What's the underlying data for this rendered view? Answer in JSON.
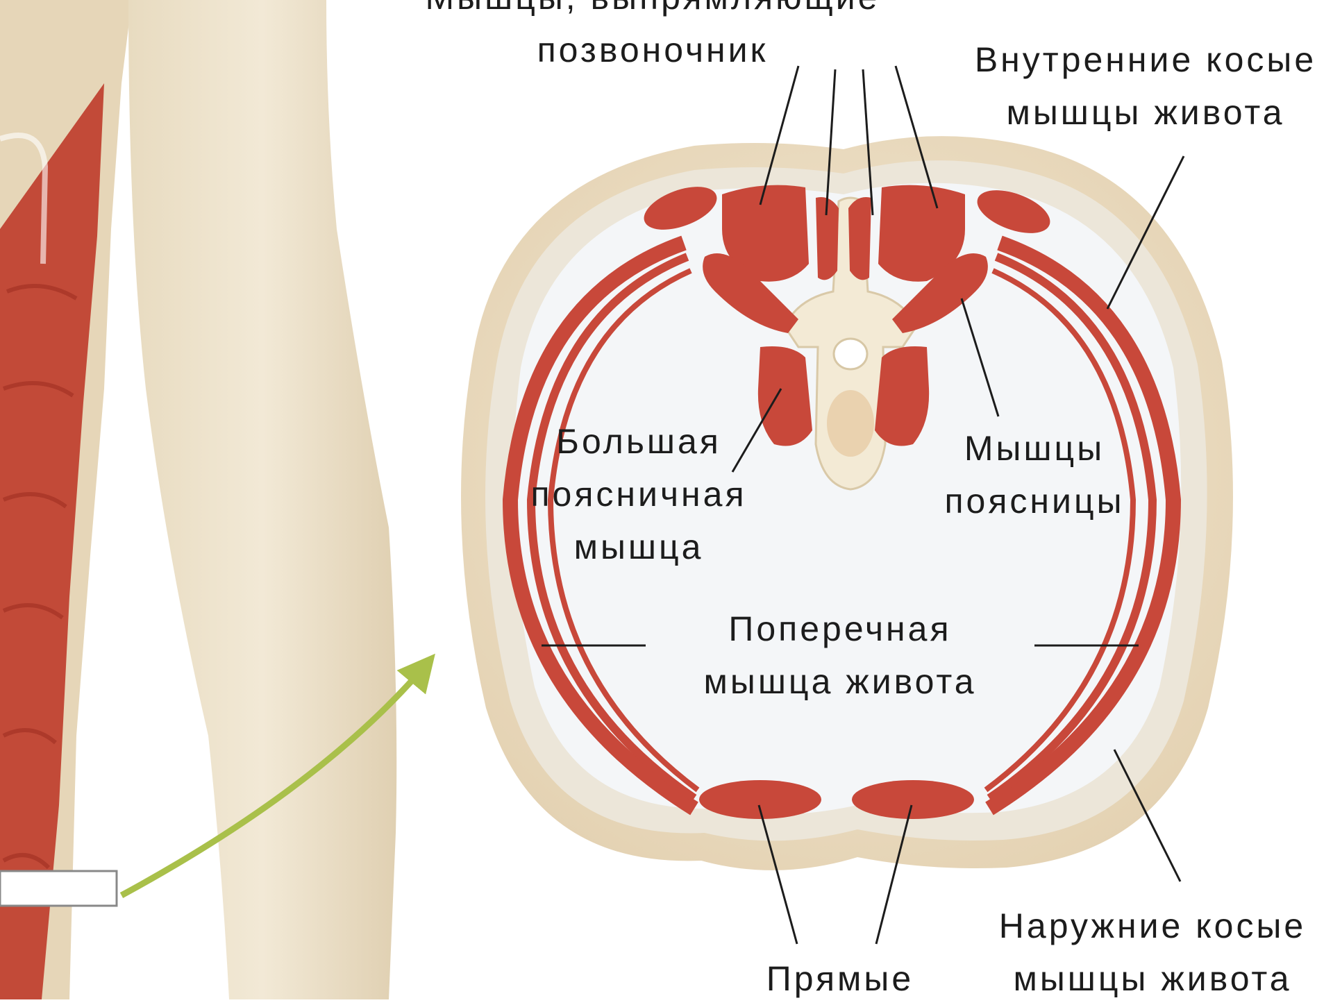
{
  "labels": {
    "erector_spinae": [
      "Мышцы, выпрямляющие",
      "позвоночник"
    ],
    "internal_oblique": [
      "Внутренние косые",
      "мышцы живота"
    ],
    "psoas_major": [
      "Большая",
      "поясничная",
      "мышца"
    ],
    "lumbar": [
      "Мышцы",
      "поясницы"
    ],
    "transverse_abdominis": [
      "Поперечная",
      "мышца живота"
    ],
    "external_oblique": [
      "Наружние косые",
      "мышцы живота"
    ],
    "rectus": [
      "Прямые"
    ]
  },
  "colors": {
    "muscle": "#c8483a",
    "muscle_dark": "#9e2e22",
    "skin": "#efe2c8",
    "fat_layer": "#ede7da",
    "interior": "#f4f6f8",
    "bone": "#f3ead5",
    "arrow": "#a9c04a",
    "leader": "#1c1c1c"
  }
}
